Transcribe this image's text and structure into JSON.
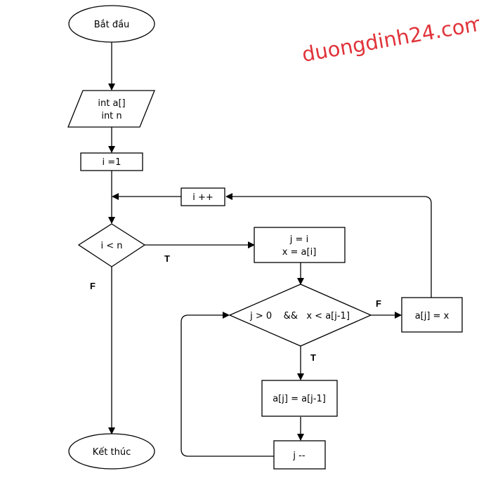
{
  "watermark": {
    "text": "duongdinh24.com",
    "color": "#e0333a"
  },
  "nodes": {
    "start": "Bắt đầu",
    "input_line1": "int a[]",
    "input_line2": "int n",
    "init": "i =1",
    "cond_outer": "i < n",
    "assign_line1": "j = i",
    "assign_line2": "x = a[i]",
    "cond_inner": "j > 0    &&   x < a[j-1]",
    "shift": "a[j] = a[j-1]",
    "decrement": "j --",
    "place": "a[j] = x",
    "increment": "i ++",
    "end": "Kết thúc"
  },
  "edge_labels": {
    "outer_true": "T",
    "outer_false": "F",
    "inner_true": "T",
    "inner_false": "F"
  }
}
